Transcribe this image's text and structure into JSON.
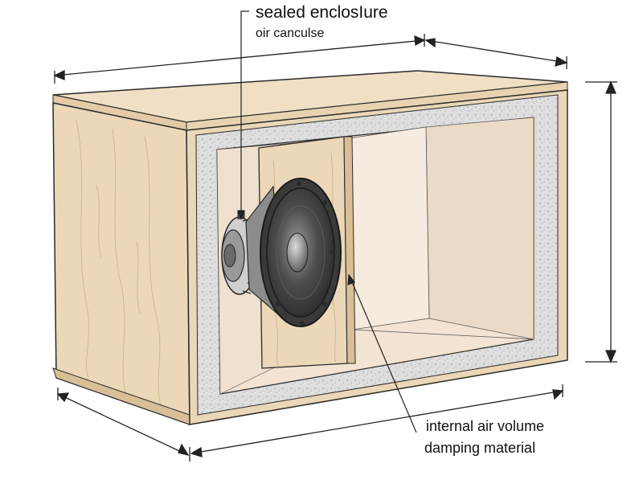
{
  "labels": {
    "title": "sealed enclosIure",
    "subtitle": "oir canculse",
    "callout_line1": "internal air volume",
    "callout_line2": "damping material"
  },
  "colors": {
    "wood": "#f0dfc4",
    "wood_dark": "#e4cfae",
    "wood_side": "#ead7b8",
    "foam": "#dcdcdc",
    "interior_back": "#f2e3d2",
    "interior_side": "#ead9c6",
    "outline": "#2a2a2a",
    "driver_cone": "#4a4a4a",
    "driver_dust_cap": "#8a8a8a"
  },
  "icons": [
    "speaker-driver-icon"
  ]
}
